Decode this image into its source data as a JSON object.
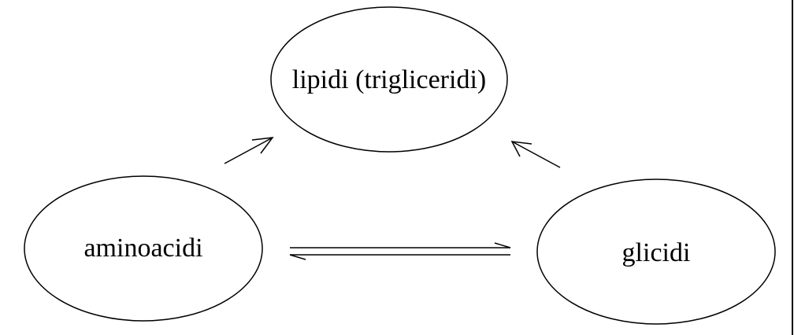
{
  "diagram": {
    "nodes": {
      "lipidi": {
        "label": "lipidi (trigliceridi)"
      },
      "aminoacidi": {
        "label": "aminoacidi"
      },
      "glicidi": {
        "label": "glicidi"
      }
    },
    "edges": [
      {
        "from": "aminoacidi",
        "to": "lipidi",
        "direction": "forward"
      },
      {
        "from": "glicidi",
        "to": "lipidi",
        "direction": "forward"
      },
      {
        "from": "aminoacidi",
        "to": "glicidi",
        "direction": "forward"
      },
      {
        "from": "glicidi",
        "to": "aminoacidi",
        "direction": "forward"
      }
    ],
    "colors": {
      "stroke": "#000000",
      "background": "#ffffff"
    }
  }
}
